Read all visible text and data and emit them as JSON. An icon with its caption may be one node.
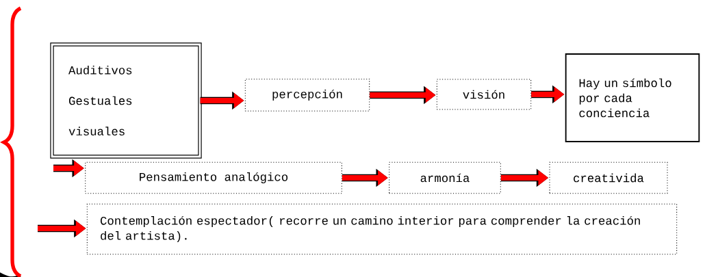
{
  "diagram": {
    "nodes": [
      {
        "text": [
          "Auditivos",
          "Gestuales",
          "visuales"
        ]
      },
      {
        "text": [
          "percepción"
        ]
      },
      {
        "text": [
          "visión"
        ]
      },
      {
        "text": [
          "Hay un símbolo por cada conciencia"
        ]
      },
      {
        "text": [
          "Pensamiento analógico"
        ]
      },
      {
        "text": [
          "armonía"
        ]
      },
      {
        "text": [
          "creativida"
        ]
      },
      {
        "text": [
          "Contemplación espectador( recorre un camino interior para comprender la creación del artista)."
        ]
      }
    ],
    "edges": [
      {
        "from": 0,
        "to": 1,
        "arrow": "to"
      },
      {
        "from": 1,
        "to": 2,
        "arrow": "to"
      },
      {
        "from": 2,
        "to": 3,
        "arrow": "to"
      },
      {
        "from": null,
        "to": 4,
        "arrow": "to"
      },
      {
        "from": 4,
        "to": 5,
        "arrow": "to"
      },
      {
        "from": 5,
        "to": 6,
        "arrow": "to"
      },
      {
        "from": null,
        "to": 7,
        "arrow": "to"
      }
    ]
  }
}
